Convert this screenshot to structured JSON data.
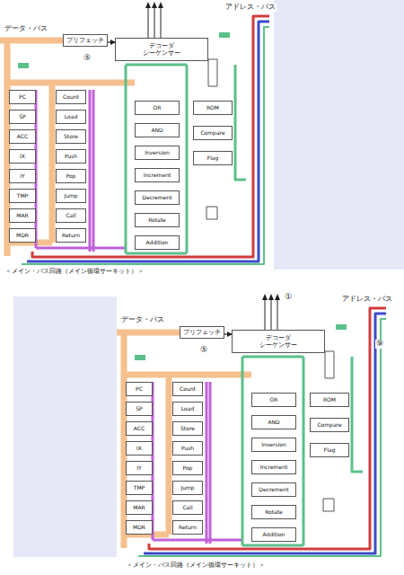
{
  "diagram": {
    "nodes": [
      {
        "text": [
          "プリフェッチ"
        ]
      },
      {
        "text": [
          "デコーダ",
          "シーケンサー"
        ]
      },
      {
        "text": [
          "PC"
        ]
      },
      {
        "text": [
          "SP"
        ]
      },
      {
        "text": [
          "ACC"
        ]
      },
      {
        "text": [
          "IX"
        ]
      },
      {
        "text": [
          "IY"
        ]
      },
      {
        "text": [
          "TMP"
        ]
      },
      {
        "text": [
          "MAR"
        ]
      },
      {
        "text": [
          "MDR"
        ]
      },
      {
        "text": [
          "Count"
        ]
      },
      {
        "text": [
          "Load"
        ]
      },
      {
        "text": [
          "Store"
        ]
      },
      {
        "text": [
          "Push"
        ]
      },
      {
        "text": [
          "Pop"
        ]
      },
      {
        "text": [
          "Jump"
        ]
      },
      {
        "text": [
          "Call"
        ]
      },
      {
        "text": [
          "Return"
        ]
      },
      {
        "text": [
          "OR"
        ]
      },
      {
        "text": [
          "AND"
        ]
      },
      {
        "text": [
          "Inversion"
        ]
      },
      {
        "text": [
          "Increment"
        ]
      },
      {
        "text": [
          "Decrement"
        ]
      },
      {
        "text": [
          "Rotate"
        ]
      },
      {
        "text": [
          "Addition"
        ]
      },
      {
        "text": [
          "ROM"
        ]
      },
      {
        "text": [
          "Compare"
        ]
      },
      {
        "text": [
          "Flag"
        ]
      },
      {
        "text": [
          "プリフェッチ"
        ]
      },
      {
        "text": [
          "デコーダ",
          "シーケンサー"
        ]
      },
      {
        "text": [
          "PC"
        ]
      },
      {
        "text": [
          "SP"
        ]
      },
      {
        "text": [
          "ACC"
        ]
      },
      {
        "text": [
          "IX"
        ]
      },
      {
        "text": [
          "IY"
        ]
      },
      {
        "text": [
          "TMP"
        ]
      },
      {
        "text": [
          "MAR"
        ]
      },
      {
        "text": [
          "MDR"
        ]
      },
      {
        "text": [
          "Count"
        ]
      },
      {
        "text": [
          "Load"
        ]
      },
      {
        "text": [
          "Store"
        ]
      },
      {
        "text": [
          "Push"
        ]
      },
      {
        "text": [
          "Pop"
        ]
      },
      {
        "text": [
          "Jump"
        ]
      },
      {
        "text": [
          "Call"
        ]
      },
      {
        "text": [
          "Return"
        ]
      },
      {
        "text": [
          "OR"
        ]
      },
      {
        "text": [
          "AND"
        ]
      },
      {
        "text": [
          "Inversion"
        ]
      },
      {
        "text": [
          "Increment"
        ]
      },
      {
        "text": [
          "Decrement"
        ]
      },
      {
        "text": [
          "Rotate"
        ]
      },
      {
        "text": [
          "Addition"
        ]
      },
      {
        "text": [
          "ROM"
        ]
      },
      {
        "text": [
          "Compare"
        ]
      },
      {
        "text": [
          "Flag"
        ]
      }
    ],
    "edges": [
      {
        "from": 0,
        "to": 1,
        "arrow": "to"
      },
      {
        "from": 28,
        "to": 29,
        "arrow": "to"
      }
    ],
    "labels": [
      "データ・バス",
      "アドレス・バス",
      "⑤",
      "＜メイン・バス回路（メイン循環サーキット）＞",
      "データ・バス",
      "アドレス・バス",
      "⑤",
      "⑨",
      "①",
      "＜メイン・バス回路（メイン循環サーキット）＞"
    ]
  }
}
